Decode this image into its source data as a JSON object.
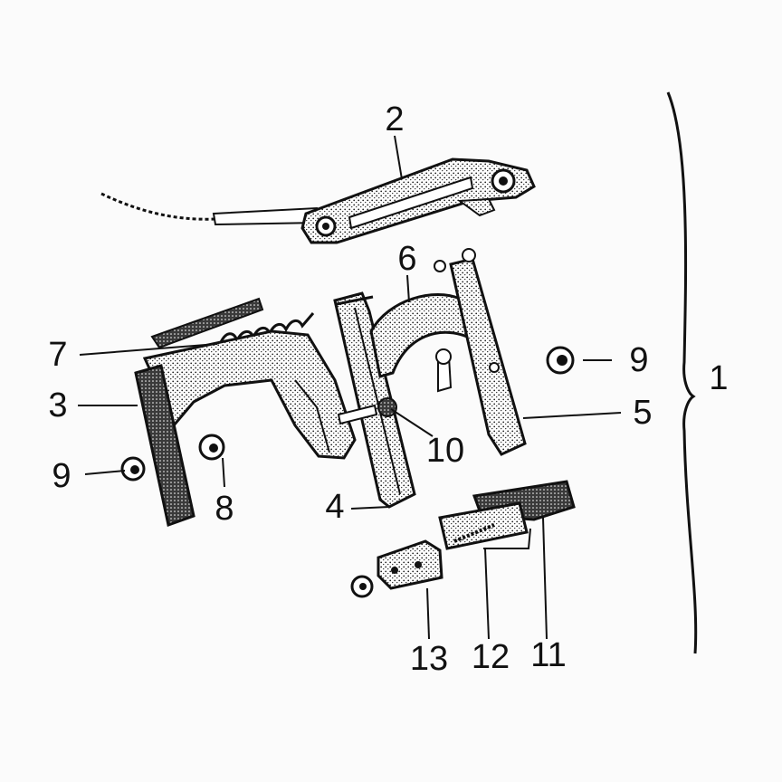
{
  "diagram": {
    "type": "exploded-parts-diagram",
    "callouts": [
      {
        "id": "c1",
        "text": "1"
      },
      {
        "id": "c2",
        "text": "2"
      },
      {
        "id": "c3",
        "text": "3"
      },
      {
        "id": "c4",
        "text": "4"
      },
      {
        "id": "c5",
        "text": "5"
      },
      {
        "id": "c6",
        "text": "6"
      },
      {
        "id": "c7",
        "text": "7"
      },
      {
        "id": "c8",
        "text": "8"
      },
      {
        "id": "c9a",
        "text": "9"
      },
      {
        "id": "c9b",
        "text": "9"
      },
      {
        "id": "c10",
        "text": "10"
      },
      {
        "id": "c11",
        "text": "11"
      },
      {
        "id": "c12",
        "text": "12"
      },
      {
        "id": "c13",
        "text": "13"
      }
    ],
    "colors": {
      "ink": "#111111",
      "background": "#fbfbfb",
      "paper_fill": "#ffffff"
    }
  }
}
